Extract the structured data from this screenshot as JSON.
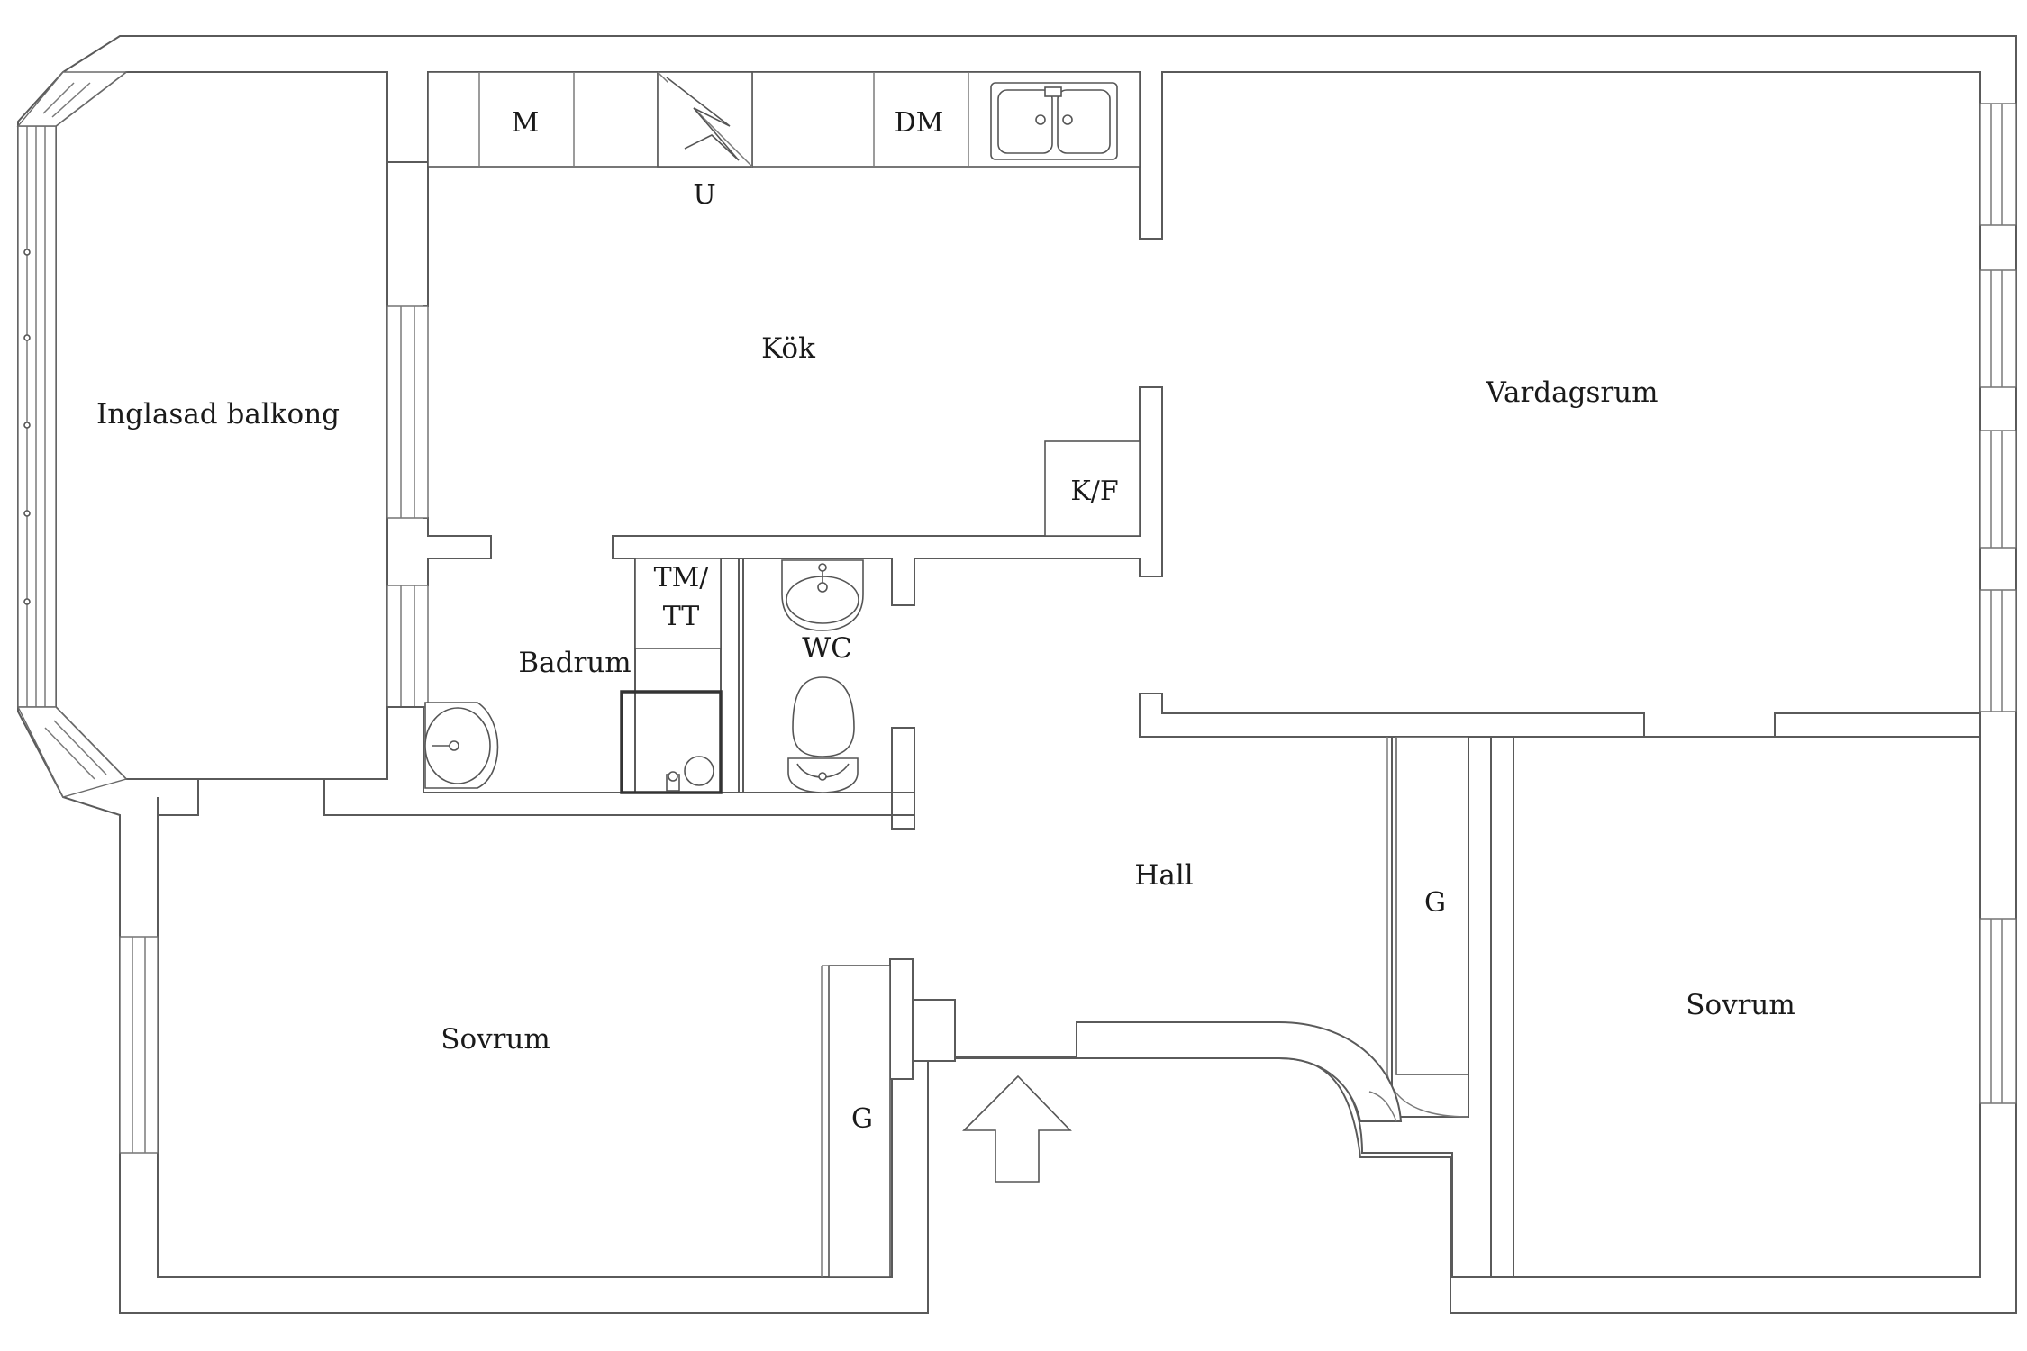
{
  "rooms": {
    "glazed_balcony": "Inglasad balkong",
    "kitchen": "Kök",
    "living_room": "Vardagsrum",
    "bathroom": "Badrum",
    "wc": "WC",
    "hall": "Hall",
    "bedroom_left": "Sovrum",
    "bedroom_right": "Sovrum"
  },
  "fixtures": {
    "microwave": "M",
    "dishwasher": "DM",
    "oven": "U",
    "fridge_freezer": "K/F",
    "washer_dryer_line1": "TM/",
    "washer_dryer_line2": "TT",
    "wardrobe_hall": "G",
    "wardrobe_bedroom": "G"
  }
}
